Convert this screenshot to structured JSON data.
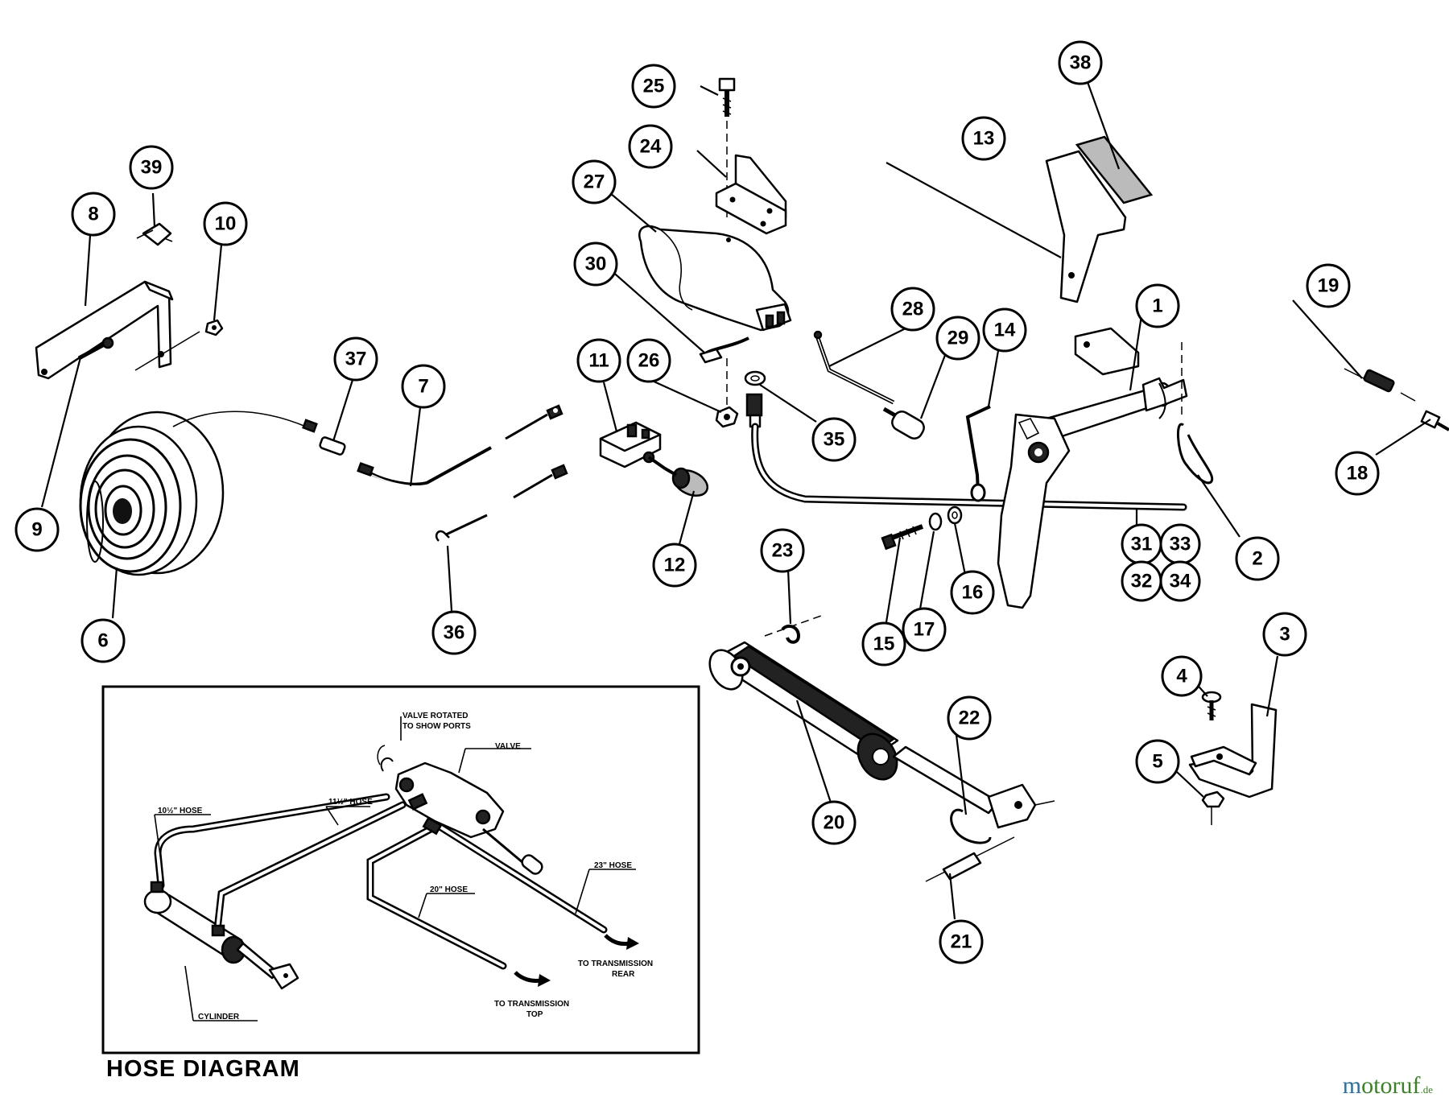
{
  "inset": {
    "title": "HOSE DIAGRAM",
    "labels": {
      "valve_rotated_1": "VALVE ROTATED",
      "valve_rotated_2": "TO SHOW PORTS",
      "valve": "VALVE",
      "hose_10": "10½\" HOSE",
      "hose_11": "11½\" HOSE",
      "hose_20": "20\" HOSE",
      "hose_23": "23\" HOSE",
      "cylinder": "CYLINDER",
      "to_trans_rear_1": "TO TRANSMISSION",
      "to_trans_rear_2": "REAR",
      "to_trans_top_1": "TO TRANSMISSION",
      "to_trans_top_2": "TOP"
    }
  },
  "callouts": [
    {
      "id": "1",
      "label": "1"
    },
    {
      "id": "2",
      "label": "2"
    },
    {
      "id": "3",
      "label": "3"
    },
    {
      "id": "4",
      "label": "4"
    },
    {
      "id": "5",
      "label": "5"
    },
    {
      "id": "6",
      "label": "6"
    },
    {
      "id": "7",
      "label": "7"
    },
    {
      "id": "8",
      "label": "8"
    },
    {
      "id": "9",
      "label": "9"
    },
    {
      "id": "10",
      "label": "10"
    },
    {
      "id": "11",
      "label": "11"
    },
    {
      "id": "12",
      "label": "12"
    },
    {
      "id": "13",
      "label": "13"
    },
    {
      "id": "14",
      "label": "14"
    },
    {
      "id": "15",
      "label": "15"
    },
    {
      "id": "16",
      "label": "16"
    },
    {
      "id": "17",
      "label": "17"
    },
    {
      "id": "18",
      "label": "18"
    },
    {
      "id": "19",
      "label": "19"
    },
    {
      "id": "20",
      "label": "20"
    },
    {
      "id": "21",
      "label": "21"
    },
    {
      "id": "22",
      "label": "22"
    },
    {
      "id": "23",
      "label": "23"
    },
    {
      "id": "24",
      "label": "24"
    },
    {
      "id": "25",
      "label": "25"
    },
    {
      "id": "26",
      "label": "26"
    },
    {
      "id": "27",
      "label": "27"
    },
    {
      "id": "28",
      "label": "28"
    },
    {
      "id": "29",
      "label": "29"
    },
    {
      "id": "30",
      "label": "30"
    },
    {
      "id": "31",
      "label": "31"
    },
    {
      "id": "32",
      "label": "32"
    },
    {
      "id": "33",
      "label": "33"
    },
    {
      "id": "34",
      "label": "34"
    },
    {
      "id": "35",
      "label": "35"
    },
    {
      "id": "36",
      "label": "36"
    },
    {
      "id": "37",
      "label": "37"
    },
    {
      "id": "38",
      "label": "38"
    },
    {
      "id": "39",
      "label": "39"
    }
  ],
  "watermark": {
    "brand_m": "m",
    "brand_rest": "otoruf",
    "tld": ".de"
  }
}
